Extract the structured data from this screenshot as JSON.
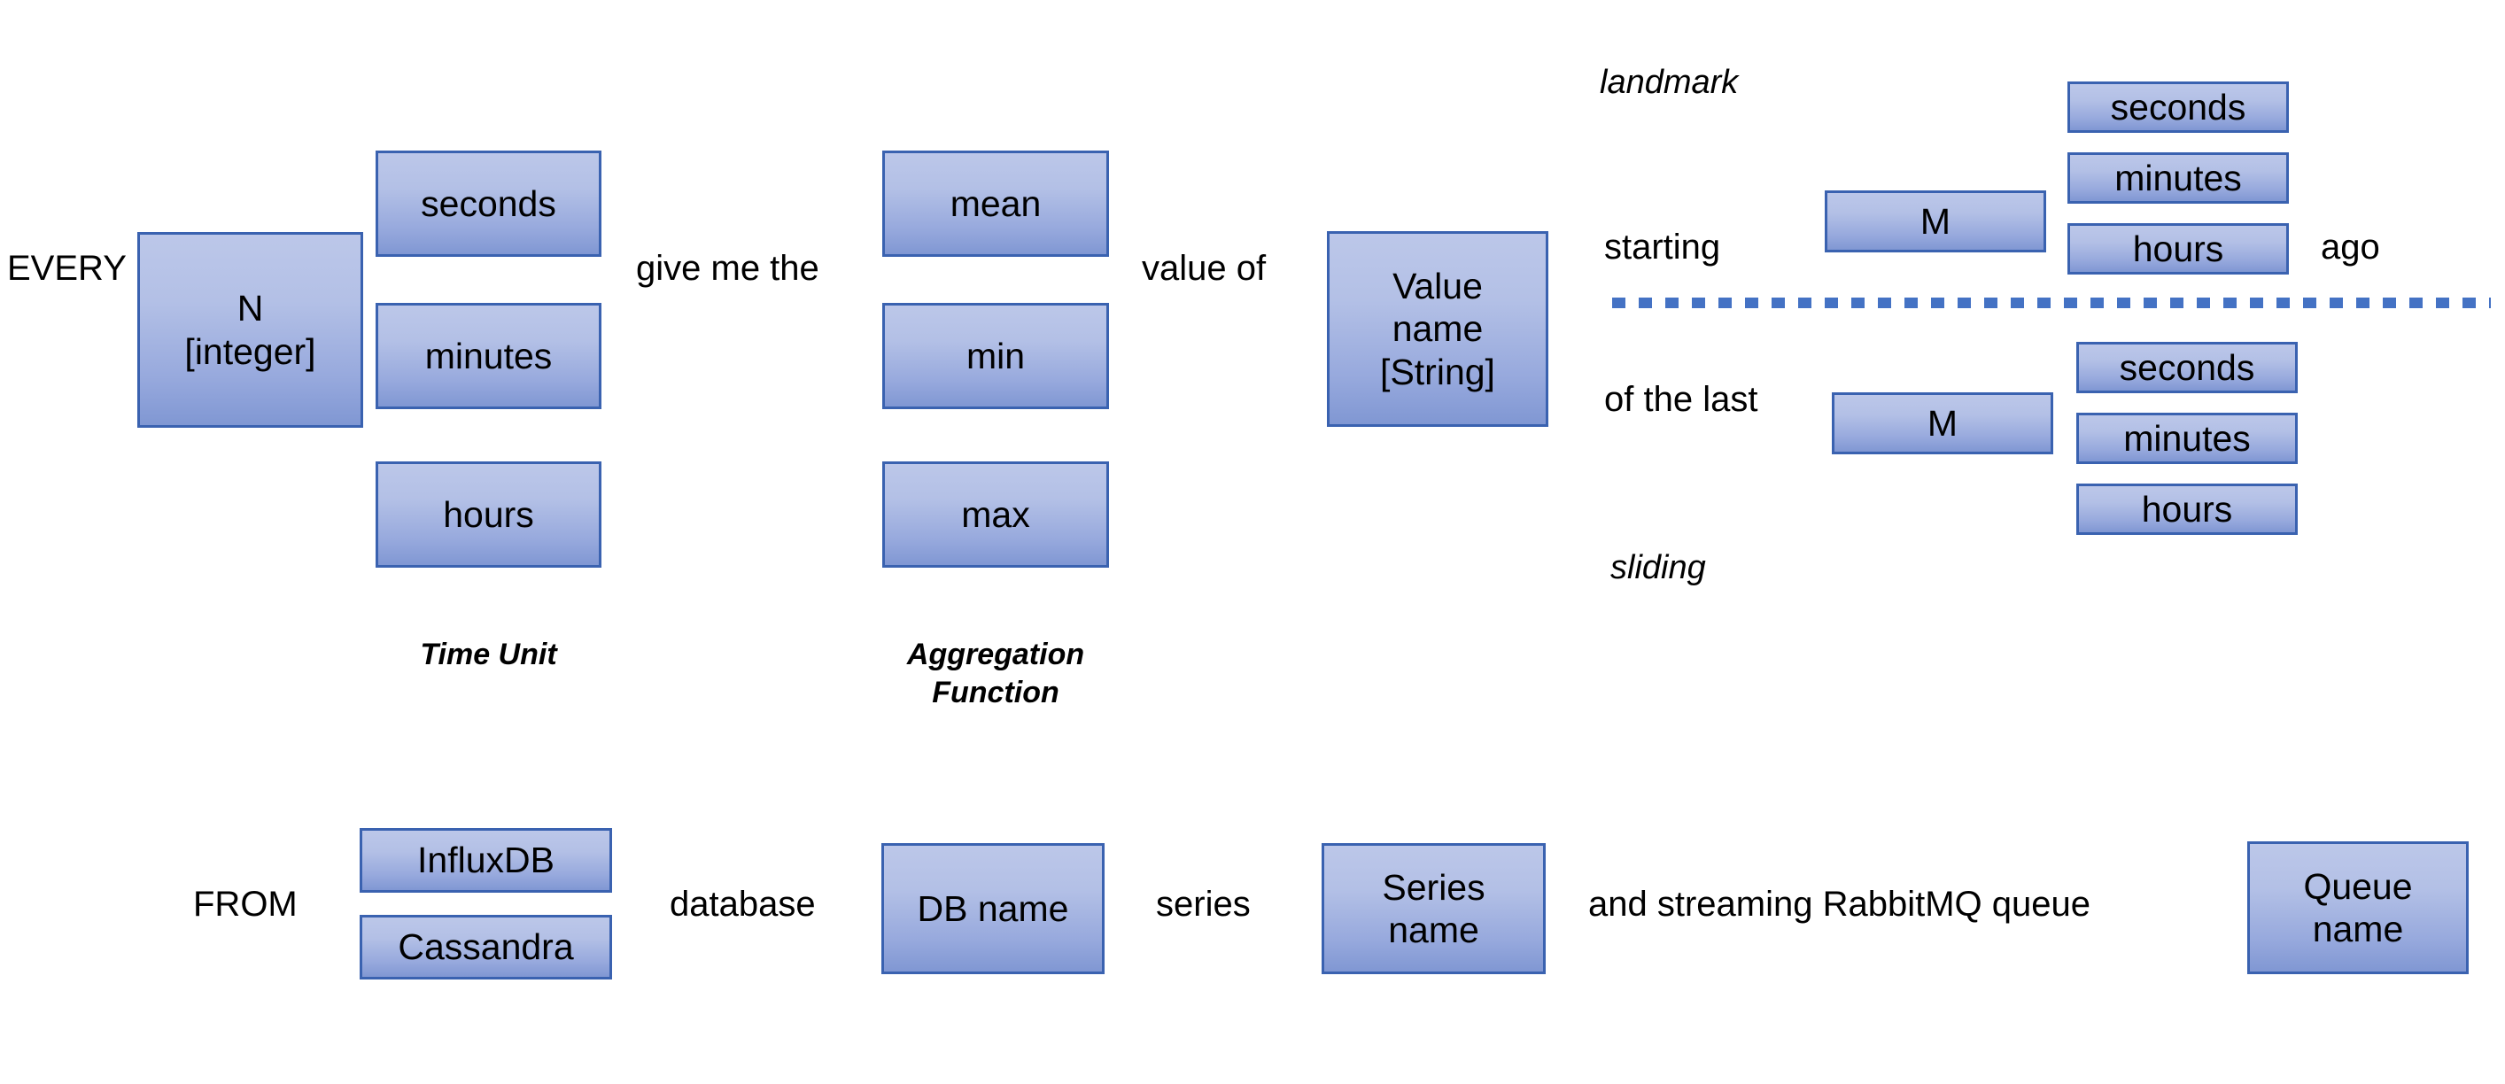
{
  "diagram": {
    "title_line": "EVERY N [integer] <Time Unit> give me the <Aggregation Function> value of <Value name [String]> starting M <unit> ago / of the last M <unit> FROM <db> database <DB name> series <Series name> and streaming RabbitMQ queue <Queue name>",
    "labels": {
      "every": "EVERY",
      "give_me_the": "give me the",
      "value_of": "value of",
      "starting": "starting",
      "of_the_last": "of the last",
      "ago": "ago",
      "from": "FROM",
      "database": "database",
      "series": "series",
      "and_streaming": "and streaming RabbitMQ queue"
    },
    "annotations": {
      "landmark": "landmark",
      "sliding": "sliding"
    },
    "captions": {
      "time_unit": "Time Unit",
      "aggregation_function": "Aggregation\nFunction"
    },
    "interval_box": {
      "text": "N\n[integer]"
    },
    "time_units": [
      {
        "text": "seconds"
      },
      {
        "text": "minutes"
      },
      {
        "text": "hours"
      }
    ],
    "aggregation_functions": [
      {
        "text": "mean"
      },
      {
        "text": "min"
      },
      {
        "text": "max"
      }
    ],
    "value_name_box": {
      "text": "Value\nname\n[String]"
    },
    "landmark_window": {
      "multiplier": "M",
      "units": [
        {
          "text": "seconds"
        },
        {
          "text": "minutes"
        },
        {
          "text": "hours"
        }
      ]
    },
    "sliding_window": {
      "multiplier": "M",
      "units": [
        {
          "text": "seconds"
        },
        {
          "text": "minutes"
        },
        {
          "text": "hours"
        }
      ]
    },
    "databases": [
      {
        "text": "InfluxDB"
      },
      {
        "text": "Cassandra"
      }
    ],
    "db_name_box": {
      "text": "DB name"
    },
    "series_name_box": {
      "text": "Series\nname"
    },
    "queue_name_box": {
      "text": "Queue\nname"
    },
    "colors": {
      "box_fill_top": "#bcc7e9",
      "box_fill_bottom": "#8097d3",
      "box_border": "#3a62b0",
      "divider": "#4472C4",
      "text": "#000000"
    }
  }
}
